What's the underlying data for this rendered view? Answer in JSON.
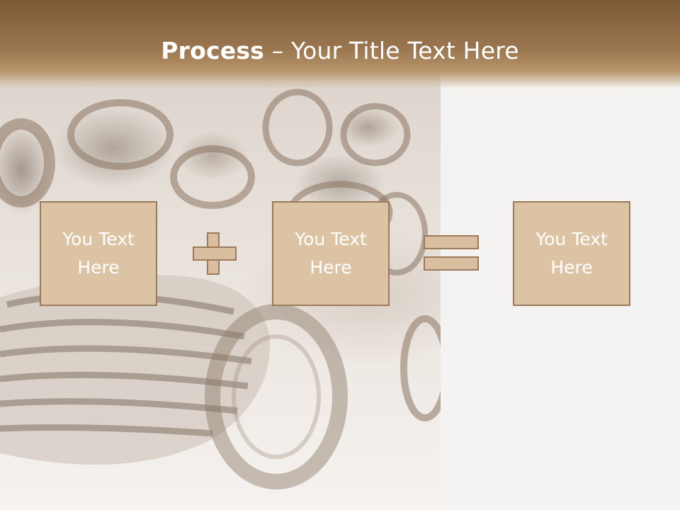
{
  "slide": {
    "title_bold": "Process",
    "title_rest": " – Your Title Text Here"
  },
  "boxes": [
    {
      "line1": "You Text",
      "line2": "Here"
    },
    {
      "line1": "You Text",
      "line2": "Here"
    },
    {
      "line1": "You Text",
      "line2": "Here"
    }
  ],
  "colors": {
    "header": "#8c6a44",
    "box_fill": "#dcc3a4",
    "box_border": "#9a7a5a",
    "text": "#ffffff"
  }
}
